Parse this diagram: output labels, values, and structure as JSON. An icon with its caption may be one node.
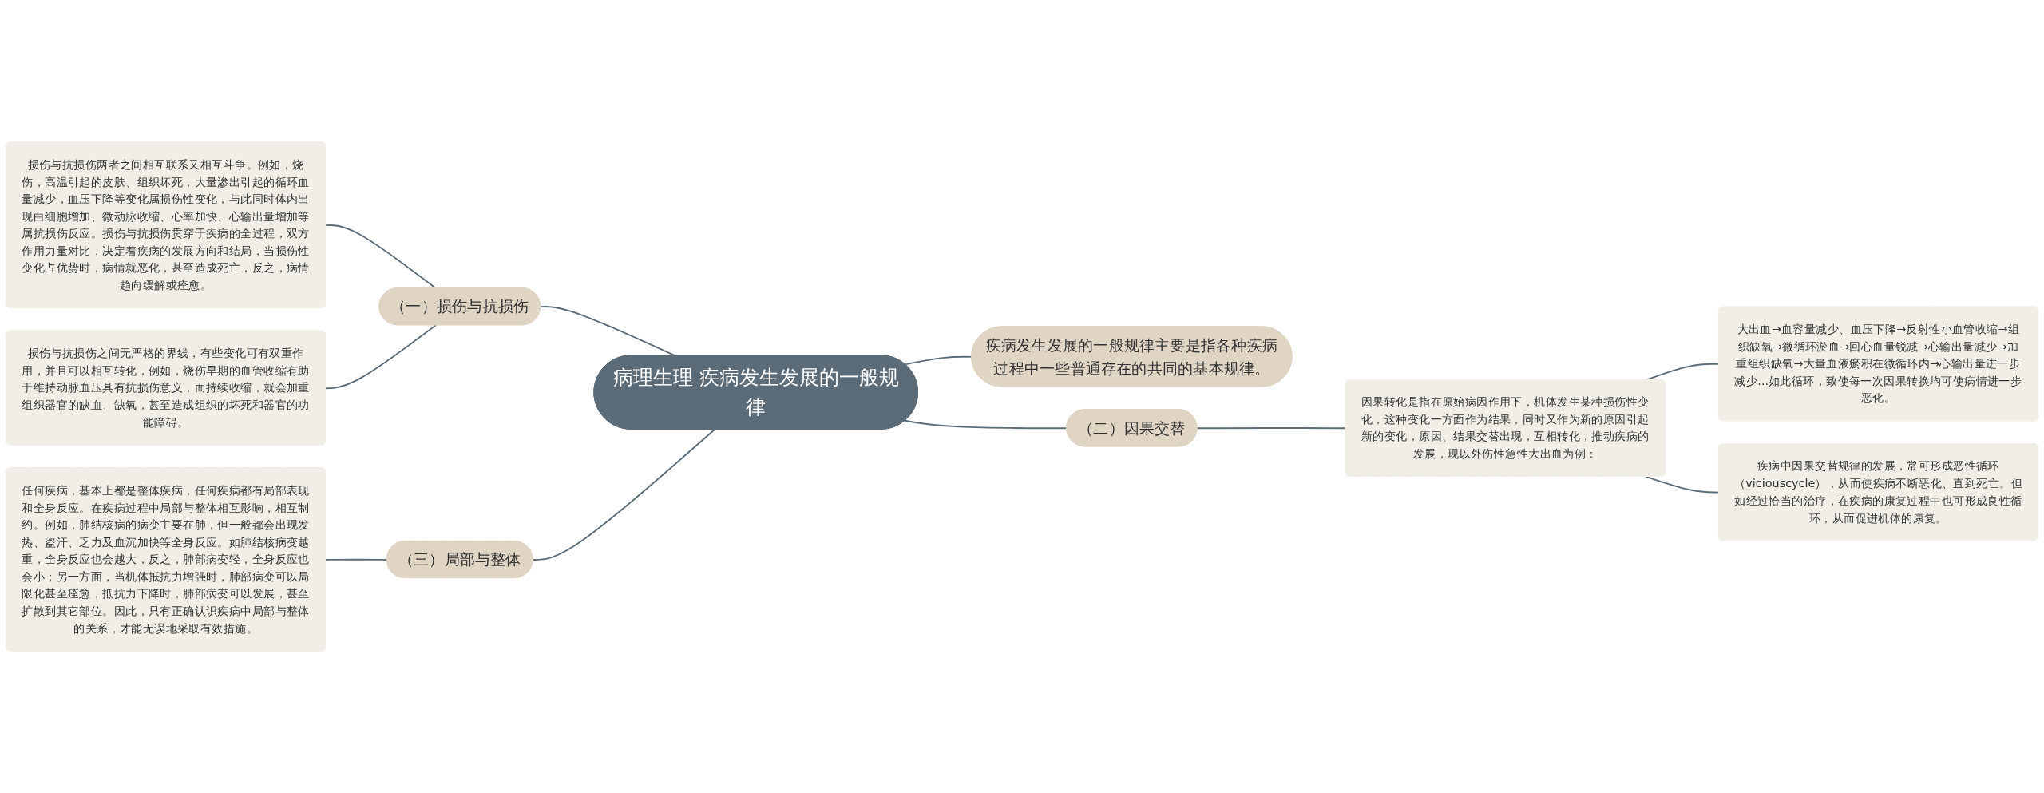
{
  "diagram": {
    "nodes": [
      {
        "text": [
          "病理生理 疾病发生发展的一般规律"
        ]
      },
      {
        "text": [
          "（一）损伤与抗损伤"
        ]
      },
      {
        "text": [
          "损伤与抗损伤两者之间相互联系又相互斗争。例如，烧伤，高温引起的皮肤、组织坏死，大量渗出引起的循环血量减少，血压下降等变化属损伤性变化，与此同时体内出现白细胞增加、微动脉收缩、心率加快、心输出量增加等属抗损伤反应。损伤与抗损伤贯穿于疾病的全过程，双方作用力量对比，决定着疾病的发展方向和结局，当损伤性变化占优势时，病情就恶化，甚至造成死亡，反之，病情趋向缓解或痊愈。"
        ]
      },
      {
        "text": [
          "损伤与抗损伤之间无严格的界线，有些变化可有双重作用，并且可以相互转化，例如，烧伤早期的血管收缩有助于维持动脉血压具有抗损伤意义，而持续收缩，就会加重组织器官的缺血、缺氧，甚至造成组织的坏死和器官的功能障碍。"
        ]
      },
      {
        "text": [
          "疾病发生发展的一般规律主要是指各种疾病过程中一些普通存在的共同的基本规律。"
        ]
      },
      {
        "text": [
          "（二）因果交替"
        ]
      },
      {
        "text": [
          "因果转化是指在原始病因作用下，机体发生某种损伤性变化，这种变化一方面作为结果，同时又作为新的原因引起新的变化，原因、结果交替出现，互相转化，推动疾病的发展，现以外伤性急性大出血为例："
        ]
      },
      {
        "text": [
          "大出血→血容量减少、血压下降→反射性小血管收缩→组织缺氧→微循环淤血→回心血量锐减→心输出量减少→加重组织缺氧→大量血液瘀积在微循环内→心输出量进一步减少...如此循环，致使每一次因果转换均可使病情进一步恶化。"
        ]
      },
      {
        "text": [
          "疾病中因果交替规律的发展，常可形成恶性循环（viciouscycle），从而使疾病不断恶化、直到死亡。但如经过恰当的治疗，在疾病的康复过程中也可形成良性循环，从而促进机体的康复。"
        ]
      },
      {
        "text": [
          "（三）局部与整体"
        ]
      },
      {
        "text": [
          "任何疾病，基本上都是整体疾病，任何疾病都有局部表现和全身反应。在疾病过程中局部与整体相互影响，相互制约。例如，肺结核病的病变主要在肺，但一般都会出现发热、盗汗、乏力及血沉加快等全身反应。如肺结核病变越重，全身反应也会越大，反之，肺部病变轻，全身反应也会小；另一方面，当机体抵抗力增强时，肺部病变可以局限化甚至痊愈，抵抗力下降时，肺部病变可以发展，甚至扩散到其它部位。因此，只有正确认识疾病中局部与整体的关系，才能无误地采取有效措施。"
        ]
      }
    ],
    "edges": [
      {
        "from": 1,
        "to": 0,
        "arrow": "none"
      },
      {
        "from": 2,
        "to": 1,
        "arrow": "none"
      },
      {
        "from": 3,
        "to": 1,
        "arrow": "none"
      },
      {
        "from": 0,
        "to": 4,
        "arrow": "none"
      },
      {
        "from": 0,
        "to": 5,
        "arrow": "none"
      },
      {
        "from": 5,
        "to": 6,
        "arrow": "none"
      },
      {
        "from": 6,
        "to": 7,
        "arrow": "none"
      },
      {
        "from": 6,
        "to": 8,
        "arrow": "none"
      },
      {
        "from": 9,
        "to": 0,
        "arrow": "none"
      },
      {
        "from": 10,
        "to": 9,
        "arrow": "none"
      }
    ]
  }
}
